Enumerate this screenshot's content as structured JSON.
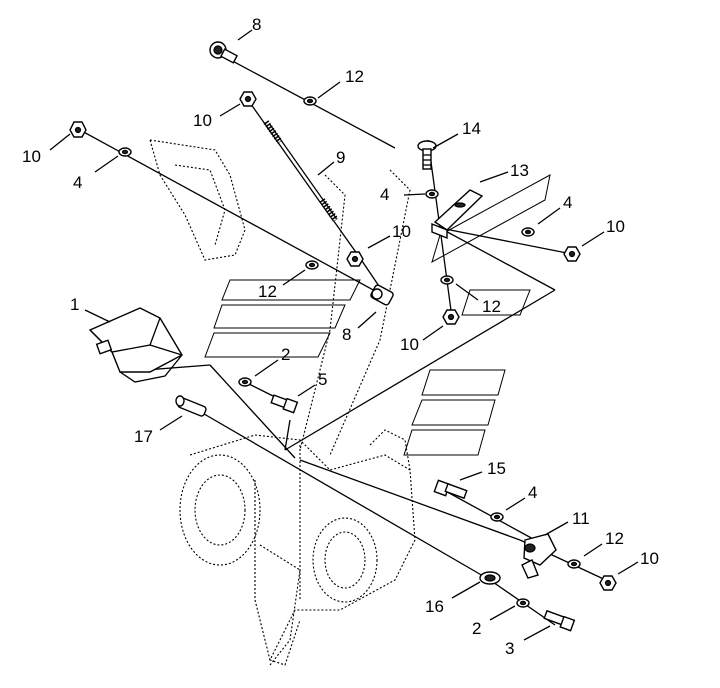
{
  "callouts": [
    {
      "id": "c1",
      "text": "1"
    },
    {
      "id": "c2a",
      "text": "2"
    },
    {
      "id": "c2b",
      "text": "2"
    },
    {
      "id": "c3",
      "text": "3"
    },
    {
      "id": "c4a",
      "text": "4"
    },
    {
      "id": "c4b",
      "text": "4"
    },
    {
      "id": "c4c",
      "text": "4"
    },
    {
      "id": "c4d",
      "text": "4"
    },
    {
      "id": "c5",
      "text": "5"
    },
    {
      "id": "c8a",
      "text": "8"
    },
    {
      "id": "c8b",
      "text": "8"
    },
    {
      "id": "c9",
      "text": "9"
    },
    {
      "id": "c10a",
      "text": "10"
    },
    {
      "id": "c10b",
      "text": "10"
    },
    {
      "id": "c10c",
      "text": "10"
    },
    {
      "id": "c10d",
      "text": "10"
    },
    {
      "id": "c10e",
      "text": "10"
    },
    {
      "id": "c10f",
      "text": "10"
    },
    {
      "id": "c11",
      "text": "11"
    },
    {
      "id": "c12a",
      "text": "12"
    },
    {
      "id": "c12b",
      "text": "12"
    },
    {
      "id": "c12c",
      "text": "12"
    },
    {
      "id": "c12d",
      "text": "12"
    },
    {
      "id": "c13",
      "text": "13"
    },
    {
      "id": "c14",
      "text": "14"
    },
    {
      "id": "c15",
      "text": "15"
    },
    {
      "id": "c16",
      "text": "16"
    },
    {
      "id": "c17",
      "text": "17"
    }
  ]
}
